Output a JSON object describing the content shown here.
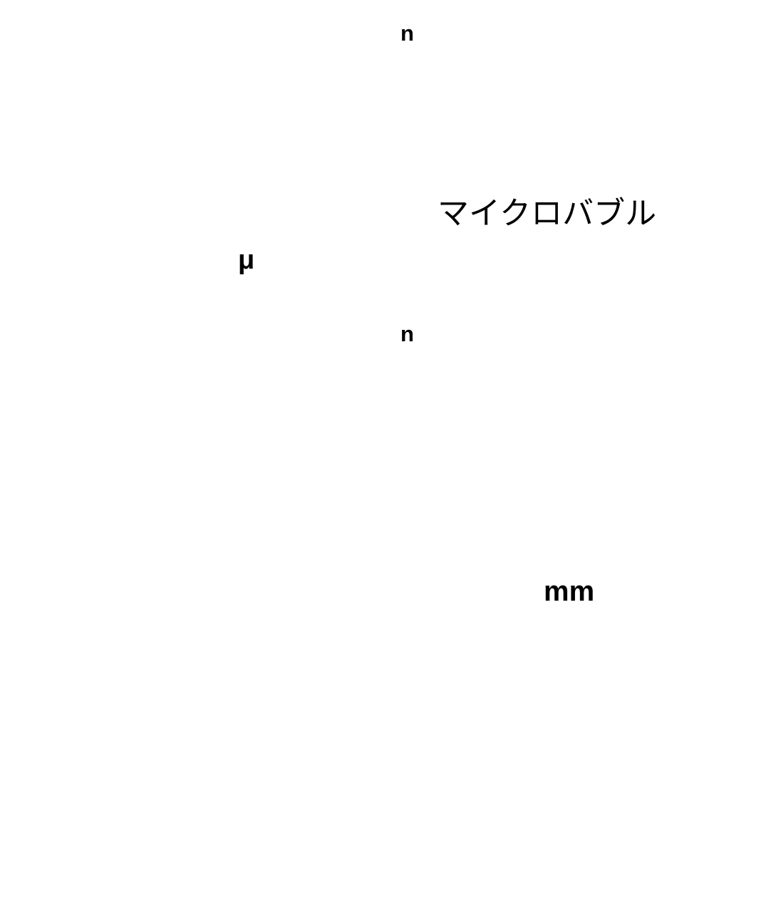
{
  "labels": {
    "n_top": "n",
    "title": "マイクロバブル",
    "mu": "μ",
    "n_middle": "n",
    "unit_mm": "mm"
  }
}
